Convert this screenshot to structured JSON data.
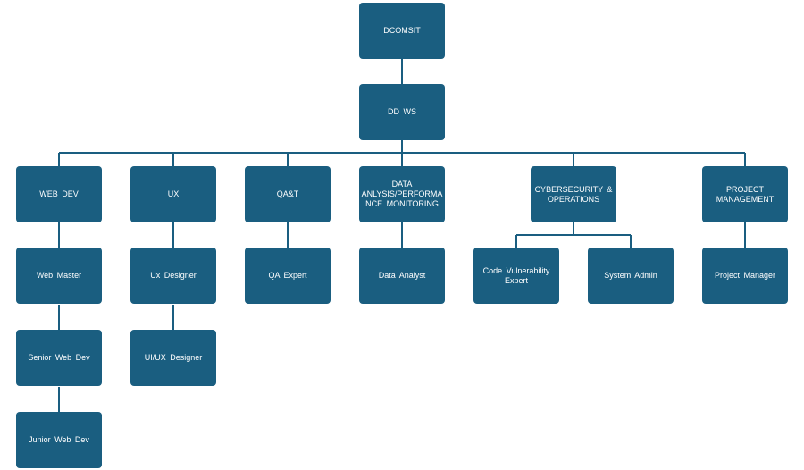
{
  "nodes": {
    "dcomsit": "DCOMSIT",
    "dd_ws": "DD WS",
    "web_dev": "WEB DEV",
    "ux": "UX",
    "qat": "QA&T",
    "data_analysis": "DATA\nANLYSIS/PERFORMA\nNCE MONITORING",
    "cybersecurity": "CYBERSECURITY   &\nOPERATIONS",
    "project_management": "PROJECT\nMANAGEMENT",
    "web_master": "Web Master",
    "senior_web_dev": "Senior Web Dev",
    "junior_web_dev": "Junior Web Dev",
    "ux_designer": "Ux Designer",
    "ui_ux_designer": "UI/UX Designer",
    "qa_expert": "QA Expert",
    "data_analyst": "Data Analyst",
    "code_vulnerability_expert": "Code Vulnerability\nExpert",
    "system_admin": "System Admin",
    "project_manager": "Project Manager"
  },
  "colors": {
    "box": "#1a5e80",
    "connector": "#1a5e80",
    "text": "#ffffff"
  }
}
